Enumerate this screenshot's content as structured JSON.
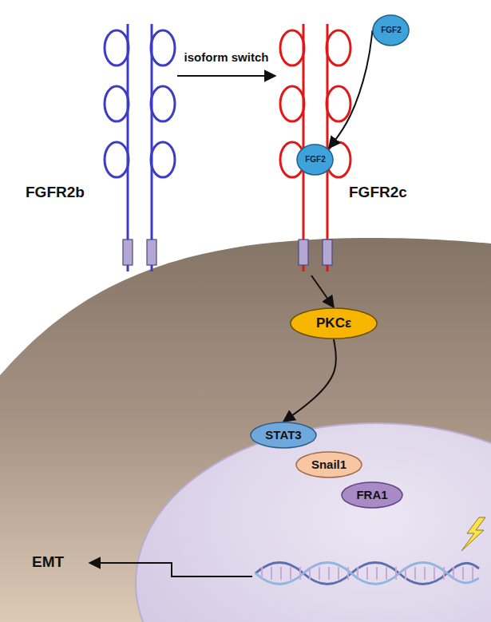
{
  "diagram": {
    "nodes": [
      {
        "text": [
          "FGFR2b"
        ]
      },
      {
        "text": [
          "FGFR2c"
        ]
      },
      {
        "text": [
          "FGF2"
        ]
      },
      {
        "text": [
          "FGF2"
        ]
      },
      {
        "text": [
          "PKCε"
        ]
      },
      {
        "text": [
          "STAT3"
        ]
      },
      {
        "text": [
          "Snail1"
        ]
      },
      {
        "text": [
          "FRA1"
        ]
      }
    ],
    "edges": [
      {
        "from": 0,
        "to": 1,
        "arrow": "to",
        "label": "isoform switch"
      },
      {
        "from": 2,
        "to": 3,
        "arrow": "to"
      },
      {
        "from": 1,
        "to": 4,
        "arrow": "to"
      },
      {
        "from": 4,
        "to": 5,
        "arrow": "to"
      }
    ],
    "labels": [
      "EMT"
    ]
  }
}
